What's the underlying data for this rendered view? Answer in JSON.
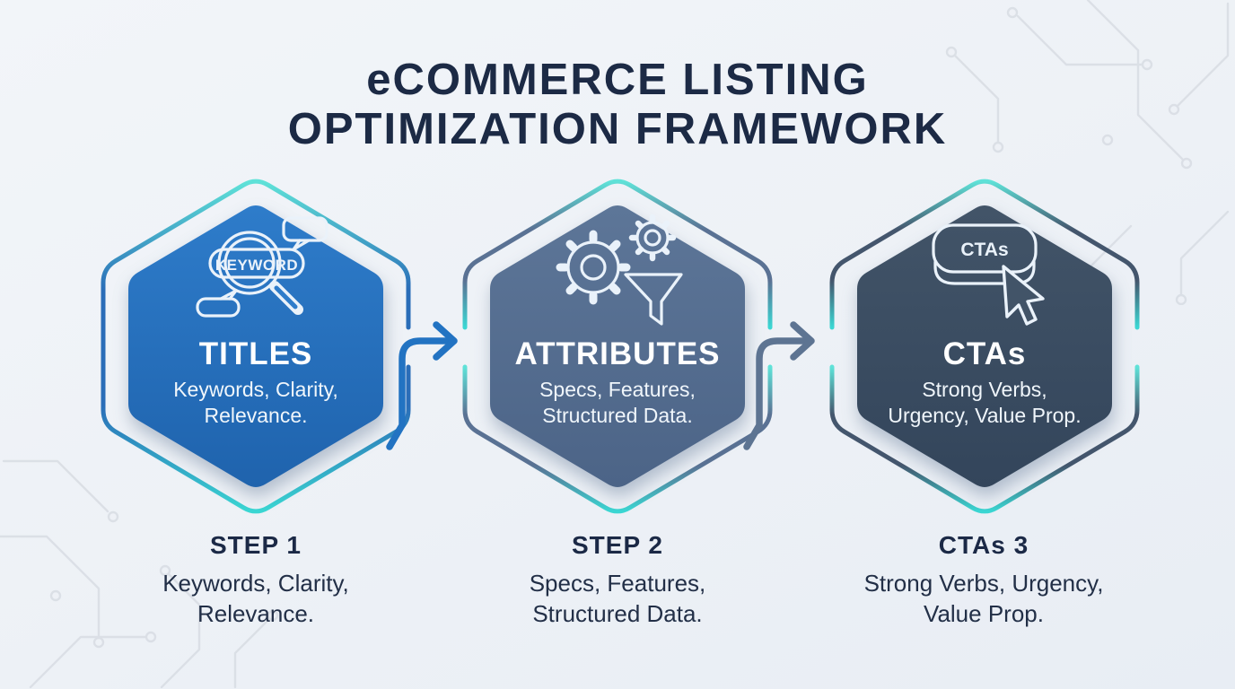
{
  "title": {
    "line1": "eCOMMERCE LISTING",
    "line2": "OPTIMIZATION FRAMEWORK"
  },
  "colors": {
    "background": "#edf1f6",
    "title_text": "#1c2a45",
    "accent_cyan_top": "#5fe2d8",
    "accent_cyan_bottom": "#3bd7d3",
    "hex_text": "#ffffff",
    "circuit_line": "#d8dde4"
  },
  "steps": [
    {
      "name": "TITLES",
      "subtitle_line1": "Keywords, Clarity,",
      "subtitle_line2": "Relevance.",
      "icon": "keyword-search-icon",
      "icon_label": "KEYWORD",
      "fill_top": "#2e7cca",
      "fill_bottom": "#1f63ad",
      "outline": "#2a6db8",
      "footer": {
        "title": "STEP 1",
        "line1": "Keywords, Clarity,",
        "line2": "Relevance."
      }
    },
    {
      "name": "ATTRIBUTES",
      "subtitle_line1": "Specs, Features,",
      "subtitle_line2": "Structured Data.",
      "icon": "gears-funnel-icon",
      "icon_label": "",
      "fill_top": "#5d7698",
      "fill_bottom": "#4c6487",
      "outline": "#5a7294",
      "footer": {
        "title": "STEP 2",
        "line1": "Specs, Features,",
        "line2": "Structured Data."
      }
    },
    {
      "name": "CTAs",
      "subtitle_line1": "Strong Verbs,",
      "subtitle_line2": "Urgency, Value Prop.",
      "icon": "cta-button-cursor-icon",
      "icon_label": "CTAs",
      "fill_top": "#425468",
      "fill_bottom": "#33455b",
      "outline": "#44566d",
      "footer": {
        "title": "CTAs 3",
        "line1": "Strong Verbs, Urgency,",
        "line2": "Value Prop."
      }
    }
  ],
  "connectors": [
    {
      "name": "arrow-1",
      "color": "#2273c2"
    },
    {
      "name": "arrow-2",
      "color": "#5d7492"
    }
  ]
}
